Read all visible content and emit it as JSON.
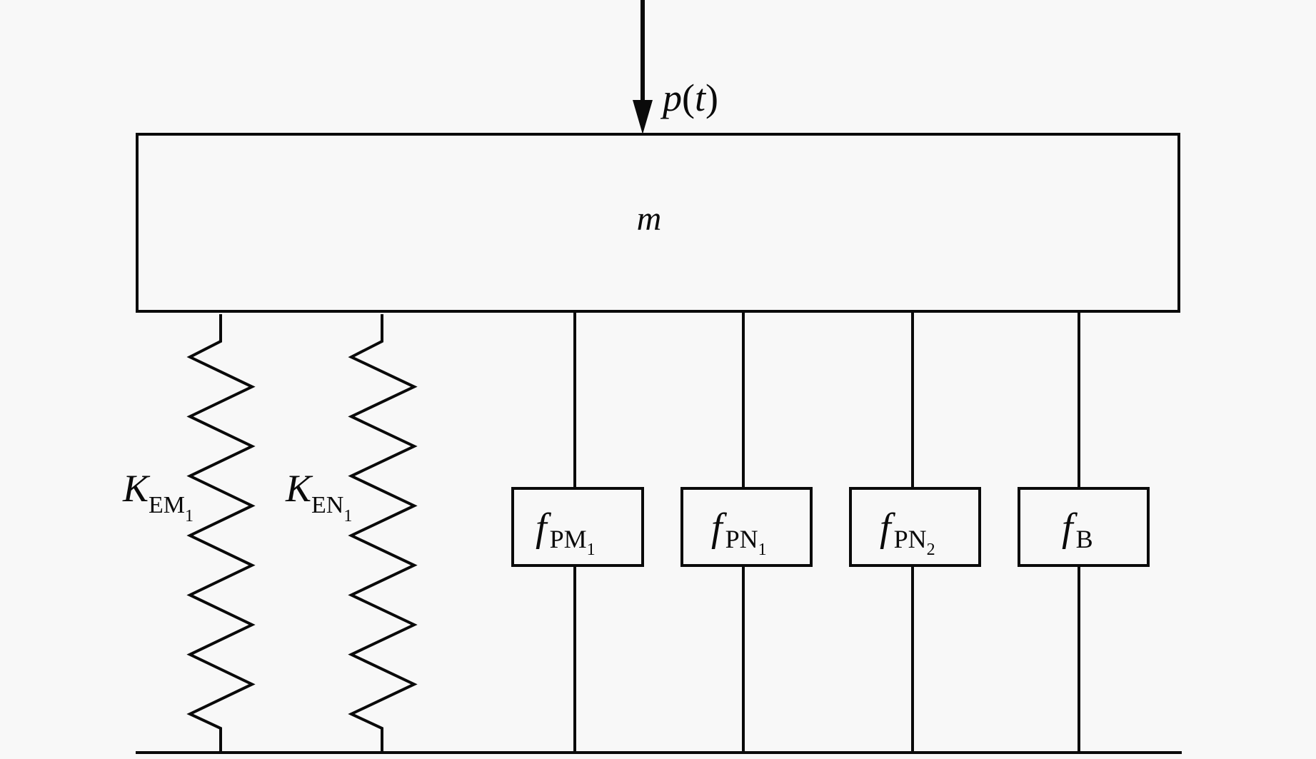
{
  "diagram": {
    "description": "Single-degree-of-freedom mass with parallel springs and resisting-force elements",
    "load": {
      "symbol": "p",
      "argument": "(t)",
      "open_paren": "(",
      "variable": "t",
      "close_paren": ")",
      "direction": "downward"
    },
    "mass": {
      "label": "m"
    },
    "springs": [
      {
        "id": "spring-em1",
        "symbol": "K",
        "subscript": "EM",
        "sub_index": "1"
      },
      {
        "id": "spring-en1",
        "symbol": "K",
        "subscript": "EN",
        "sub_index": "1"
      }
    ],
    "elements": [
      {
        "id": "element-fpm1",
        "symbol": "f",
        "subscript": "PM",
        "sub_index": "1"
      },
      {
        "id": "element-fpn1",
        "symbol": "f",
        "subscript": "PN",
        "sub_index": "1"
      },
      {
        "id": "element-fpn2",
        "symbol": "f",
        "subscript": "PN",
        "sub_index": "2"
      },
      {
        "id": "element-fb",
        "symbol": "f",
        "subscript": "B",
        "sub_index": ""
      }
    ],
    "colors": {
      "line": "#0a0a0a",
      "background": "#f8f8f8"
    }
  }
}
